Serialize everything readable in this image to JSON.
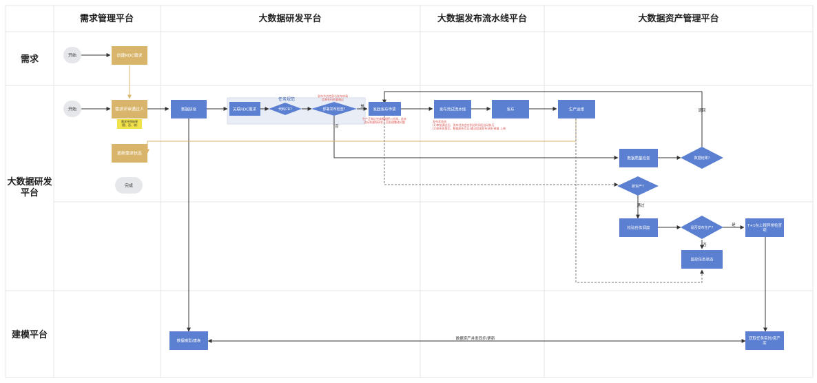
{
  "columns": [
    "需求管理平台",
    "大数据研发平台",
    "大数据发布流水线平台",
    "大数据资产管理平台"
  ],
  "rows": [
    "需求",
    "大数据研发\n平台",
    "建模平台"
  ],
  "nodes": {
    "start1": "开始",
    "create_req": "创建RDC需求",
    "start2": "开始",
    "req_submit": "需求评审通过人",
    "req_note": "需求评审结果\n(是、否、驳)",
    "update_req": "更新需求状态",
    "done": "完成",
    "dev": "数据研发",
    "link_rdc": "关联RDC需求",
    "code_review": "代码CR?",
    "deploy_gate": "部署发布检查?",
    "submit_pub": "发起发布申请",
    "pub_pipeline": "发布流试流水线",
    "publish": "发布",
    "prod": "生产运维",
    "data_quality": "数据质量检查",
    "quality_pass": "数据结果?",
    "new_asset": "新资产?",
    "task_check": "检验任务调度",
    "release_prod": "是否发布生产?",
    "monitor": "监控任务状态",
    "t1_check": "T+1在上报异常检查\n项",
    "model_design": "数据模型/建表",
    "asset_sync": "获取任务实时/资产\n库"
  },
  "annotations": {
    "group_label": "任务规范",
    "red_top": "发布节点信息与发布申请\n信息先行检查通过",
    "red_mid": "生产正常后完成数据接入检测，若未\n达标则通知研发人员处理整改问题",
    "red_right": "发布状态流\n(1)审批通过后，发布任务会在到达时间后自动执行\n(2)发布失败后，数据发布可以(通过回滚发布)进行修复 上线"
  },
  "edge_labels": {
    "yes1": "是",
    "no1": "否",
    "back": "退回",
    "fail": "通过",
    "yes2": "是",
    "no2": "否",
    "bottom_sync": "数据资产并发同步/更新"
  },
  "colors": {
    "blue": "#5b7fd1",
    "gold": "#d8b56b",
    "start": "#e5e7ea",
    "line": "#333333",
    "red": "#d9534f",
    "grid": "#e4e4e4",
    "group": "#e9eef6"
  }
}
